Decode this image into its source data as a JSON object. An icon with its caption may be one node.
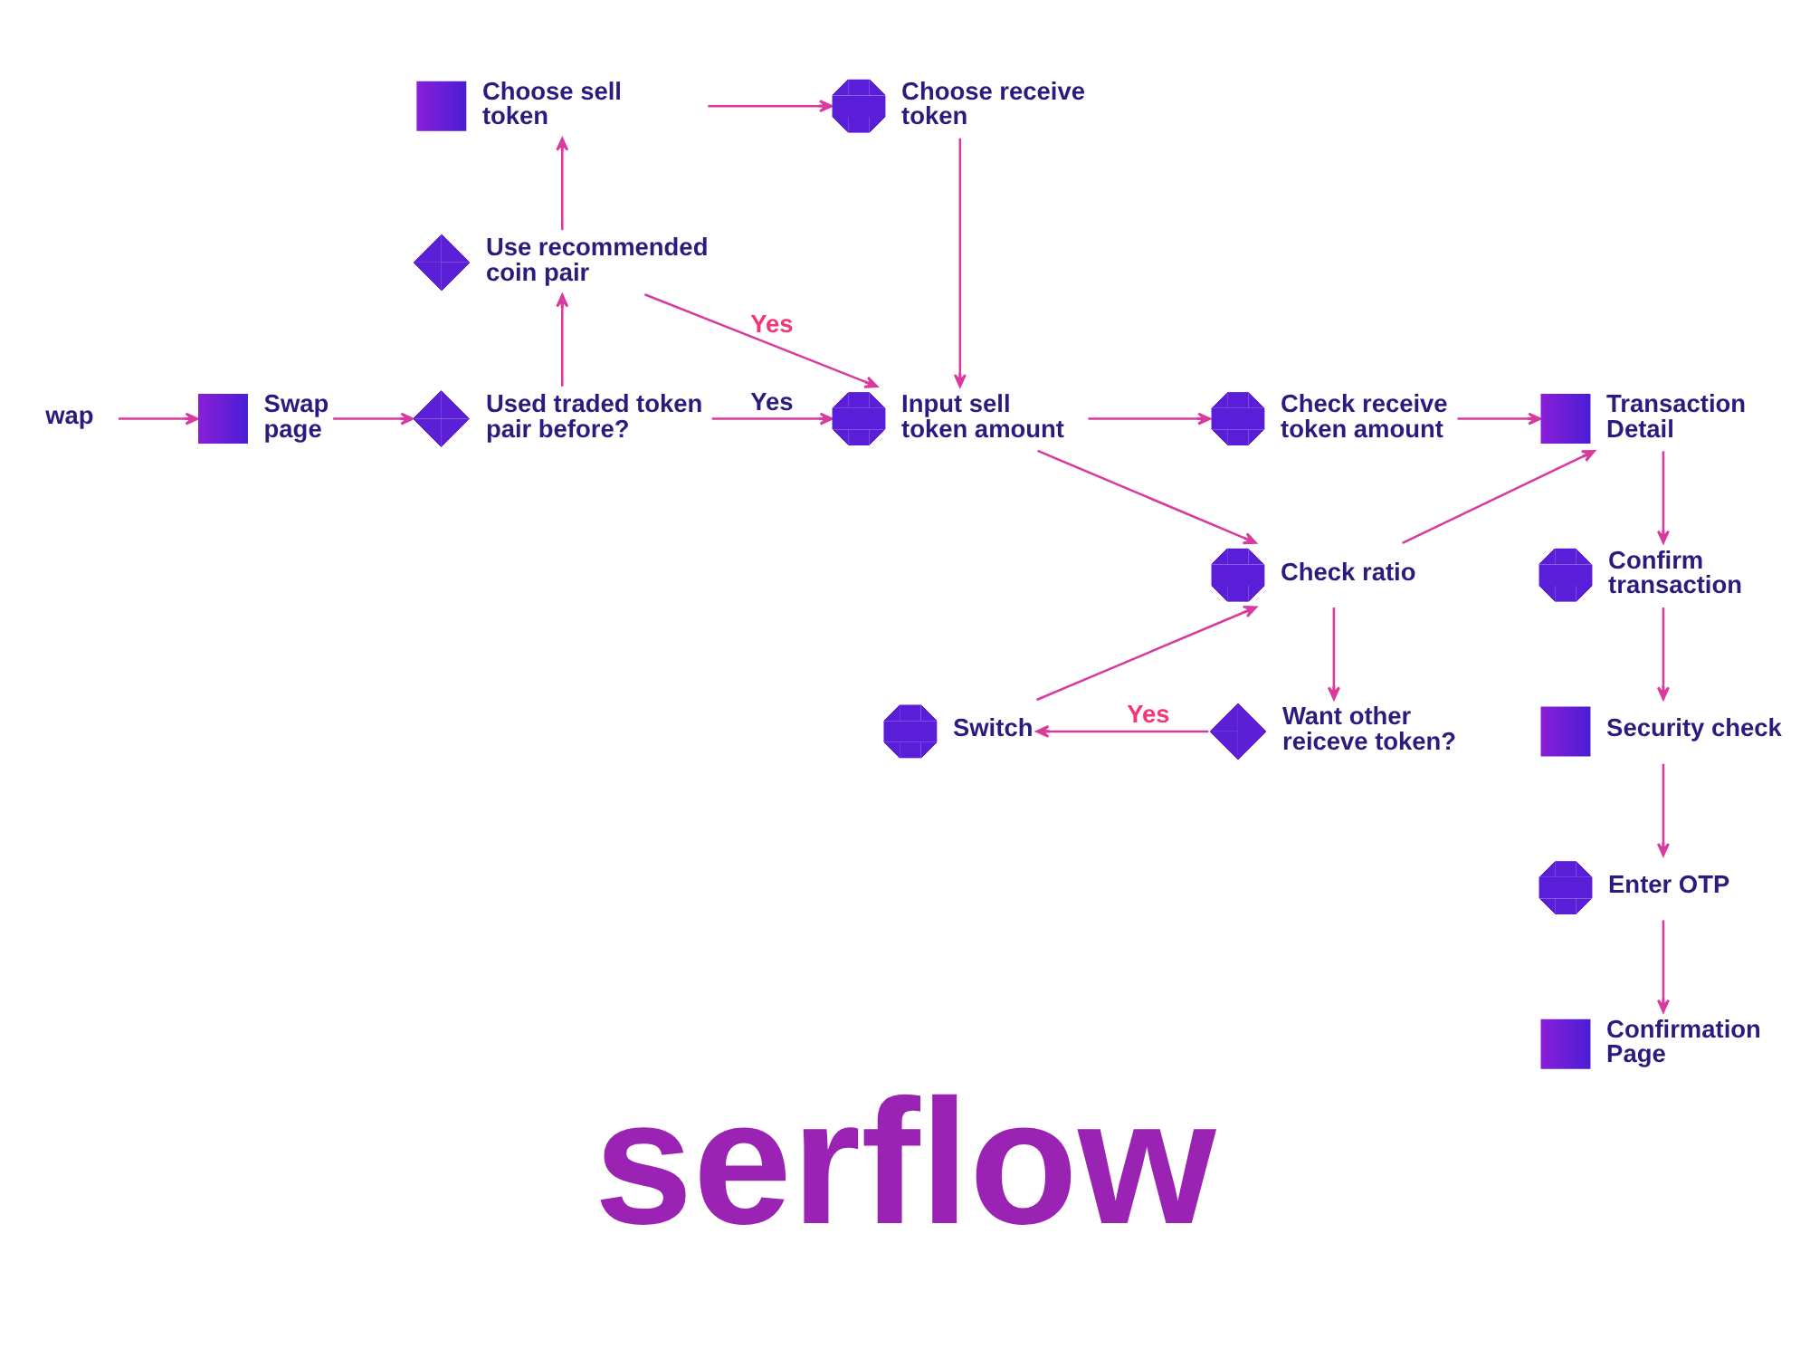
{
  "diagram": {
    "title": "serflow",
    "nodes": [
      {
        "text": [
          "wap"
        ]
      },
      {
        "text": [
          "Swap page"
        ]
      },
      {
        "text": [
          "Used traded token pair before?"
        ]
      },
      {
        "text": [
          "Use recommended coin pair"
        ]
      },
      {
        "text": [
          "Choose sell token"
        ]
      },
      {
        "text": [
          "Choose receive token"
        ]
      },
      {
        "text": [
          "Input sell token amount"
        ]
      },
      {
        "text": [
          "Check receive token amount"
        ]
      },
      {
        "text": [
          "Check ratio"
        ]
      },
      {
        "text": [
          "Want other reiceve token?"
        ]
      },
      {
        "text": [
          "Switch"
        ]
      },
      {
        "text": [
          "Transaction Detail"
        ]
      },
      {
        "text": [
          "Confirm transaction"
        ]
      },
      {
        "text": [
          "Security check"
        ]
      },
      {
        "text": [
          "Enter OTP"
        ]
      },
      {
        "text": [
          "Confirmation Page"
        ]
      }
    ],
    "edges": [
      {
        "from": 0,
        "to": 1,
        "arrow": "to"
      },
      {
        "from": 1,
        "to": 2,
        "arrow": "to"
      },
      {
        "from": 2,
        "to": 3,
        "arrow": "to"
      },
      {
        "from": 3,
        "to": 4,
        "arrow": "to"
      },
      {
        "from": 4,
        "to": 5,
        "arrow": "to"
      },
      {
        "from": 3,
        "to": 6,
        "arrow": "to",
        "label": "Yes"
      },
      {
        "from": 2,
        "to": 6,
        "arrow": "to",
        "label": "Yes"
      },
      {
        "from": 5,
        "to": 6,
        "arrow": "to"
      },
      {
        "from": 6,
        "to": 7,
        "arrow": "to"
      },
      {
        "from": 6,
        "to": 8,
        "arrow": "to"
      },
      {
        "from": 7,
        "to": 11,
        "arrow": "to"
      },
      {
        "from": 8,
        "to": 11,
        "arrow": "to"
      },
      {
        "from": 8,
        "to": 9,
        "arrow": "to"
      },
      {
        "from": 9,
        "to": 10,
        "arrow": "to",
        "label": "Yes"
      },
      {
        "from": 10,
        "to": 8,
        "arrow": "to"
      },
      {
        "from": 11,
        "to": 12,
        "arrow": "to"
      },
      {
        "from": 12,
        "to": 13,
        "arrow": "to"
      },
      {
        "from": 13,
        "to": 14,
        "arrow": "to"
      },
      {
        "from": 14,
        "to": 15,
        "arrow": "to"
      }
    ]
  }
}
